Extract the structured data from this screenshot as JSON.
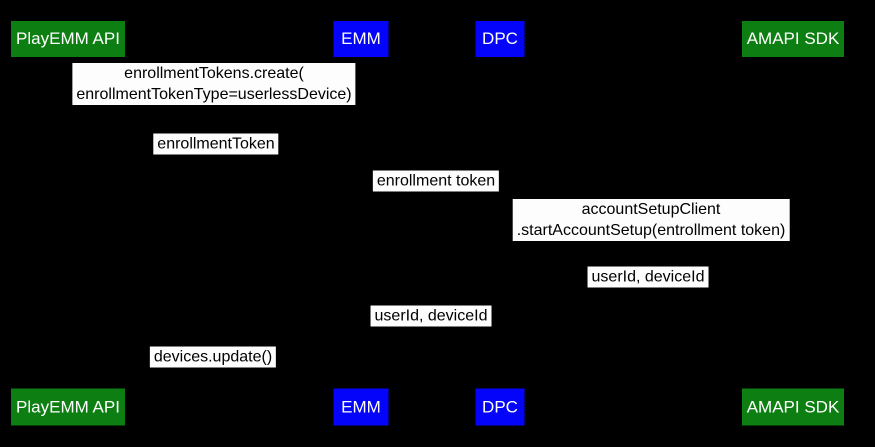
{
  "diagram": {
    "type": "sequence-diagram",
    "colors": {
      "background": "#000000",
      "actor_green": "#0d7f12",
      "actor_blue": "#0404fa",
      "actor_text": "#ffffff",
      "message_bg": "#fdfdfd",
      "message_text": "#000000"
    },
    "actors": [
      {
        "label": "PlayEMM API",
        "color": "#0d7f12"
      },
      {
        "label": "EMM",
        "color": "#0404fa"
      },
      {
        "label": "DPC",
        "color": "#0404fa"
      },
      {
        "label": "AMAPI SDK",
        "color": "#0d7f12"
      }
    ],
    "messages": [
      {
        "lines": [
          "enrollmentTokens.create(",
          "enrollmentTokenType=userlessDevice)"
        ]
      },
      {
        "lines": [
          "enrollmentToken"
        ]
      },
      {
        "lines": [
          "enrollment token"
        ]
      },
      {
        "lines": [
          "accountSetupClient",
          ".startAccountSetup(entrollment token)"
        ]
      },
      {
        "lines": [
          "userId, deviceId"
        ]
      },
      {
        "lines": [
          "userId, deviceId"
        ]
      },
      {
        "lines": [
          "devices.update()"
        ]
      }
    ]
  }
}
